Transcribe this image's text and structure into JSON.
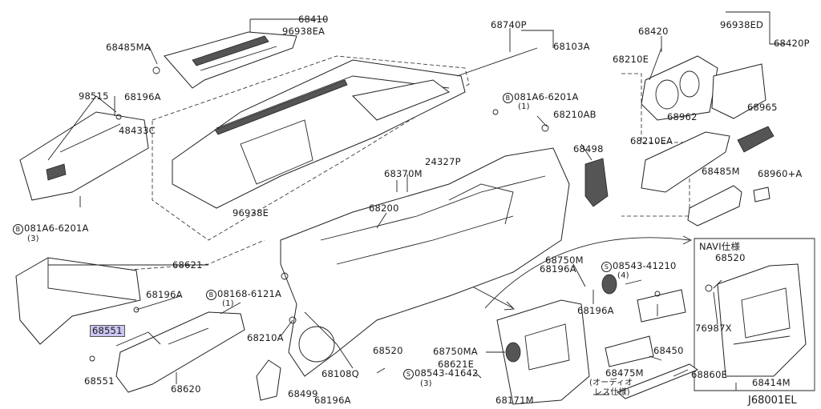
{
  "diagram_code": "J68001EL",
  "labels": {
    "l68410": "68410",
    "l96938ea": "96938EA",
    "l68485ma": "68485MA",
    "l68740p": "68740P",
    "l68103a": "68103A",
    "l68420": "68420",
    "l96938ed": "96938ED",
    "l68210e": "68210E",
    "l68420p": "68420P",
    "l98515": "98515",
    "l68196a_1": "68196A",
    "l48433c": "48433C",
    "l081a6_6201a_1": "081A6-6201A",
    "l081a6_6201a_1q": "(1)",
    "l68210ab": "68210AB",
    "l68965": "68965",
    "l68962": "68962",
    "l68210ea": "68210EA",
    "l24327p": "24327P",
    "l68498": "68498",
    "l68370m": "68370M",
    "l68485m": "68485M",
    "l68960a": "68960+A",
    "l96938e": "96938E",
    "l68200": "68200",
    "l081a6_6201a_3": "081A6-6201A",
    "l081a6_6201a_3q": "(3)",
    "l68621": "68621",
    "l68750m": "68750M",
    "l08543_41210": "08543-41210",
    "l08543_41210q": "(4)",
    "l68196a_2": "68196A",
    "l68196a_3": "68196A",
    "l08168_6121a": "08168-6121A",
    "l08168_6121aq": "(1)",
    "l68196a_4": "68196A",
    "l68551_hl": "68551",
    "l68210a": "68210A",
    "l68520": "68520",
    "l68750ma": "68750MA",
    "l68621e": "68621E",
    "l68450": "68450",
    "l68551": "68551",
    "l68108q": "68108Q",
    "l08543_41642": "08543-41642",
    "l08543_41642q": "(3)",
    "l68475m": "68475M",
    "l68475m_note1": "(オーディオ",
    "l68475m_note2": "レス仕様)",
    "l68860e": "68860E",
    "l68620": "68620",
    "l68499": "68499",
    "l68171m": "68171M",
    "l68414m": "68414M",
    "l68196a_5": "68196A",
    "navi_title": "NAVI仕様",
    "navi_68520": "68520",
    "navi_76987x": "76987X"
  },
  "symbols": {
    "bolt_b": "B",
    "screw_s": "S"
  },
  "colors": {
    "line": "#222222",
    "highlight": "#c9c6f0",
    "background": "#ffffff"
  }
}
